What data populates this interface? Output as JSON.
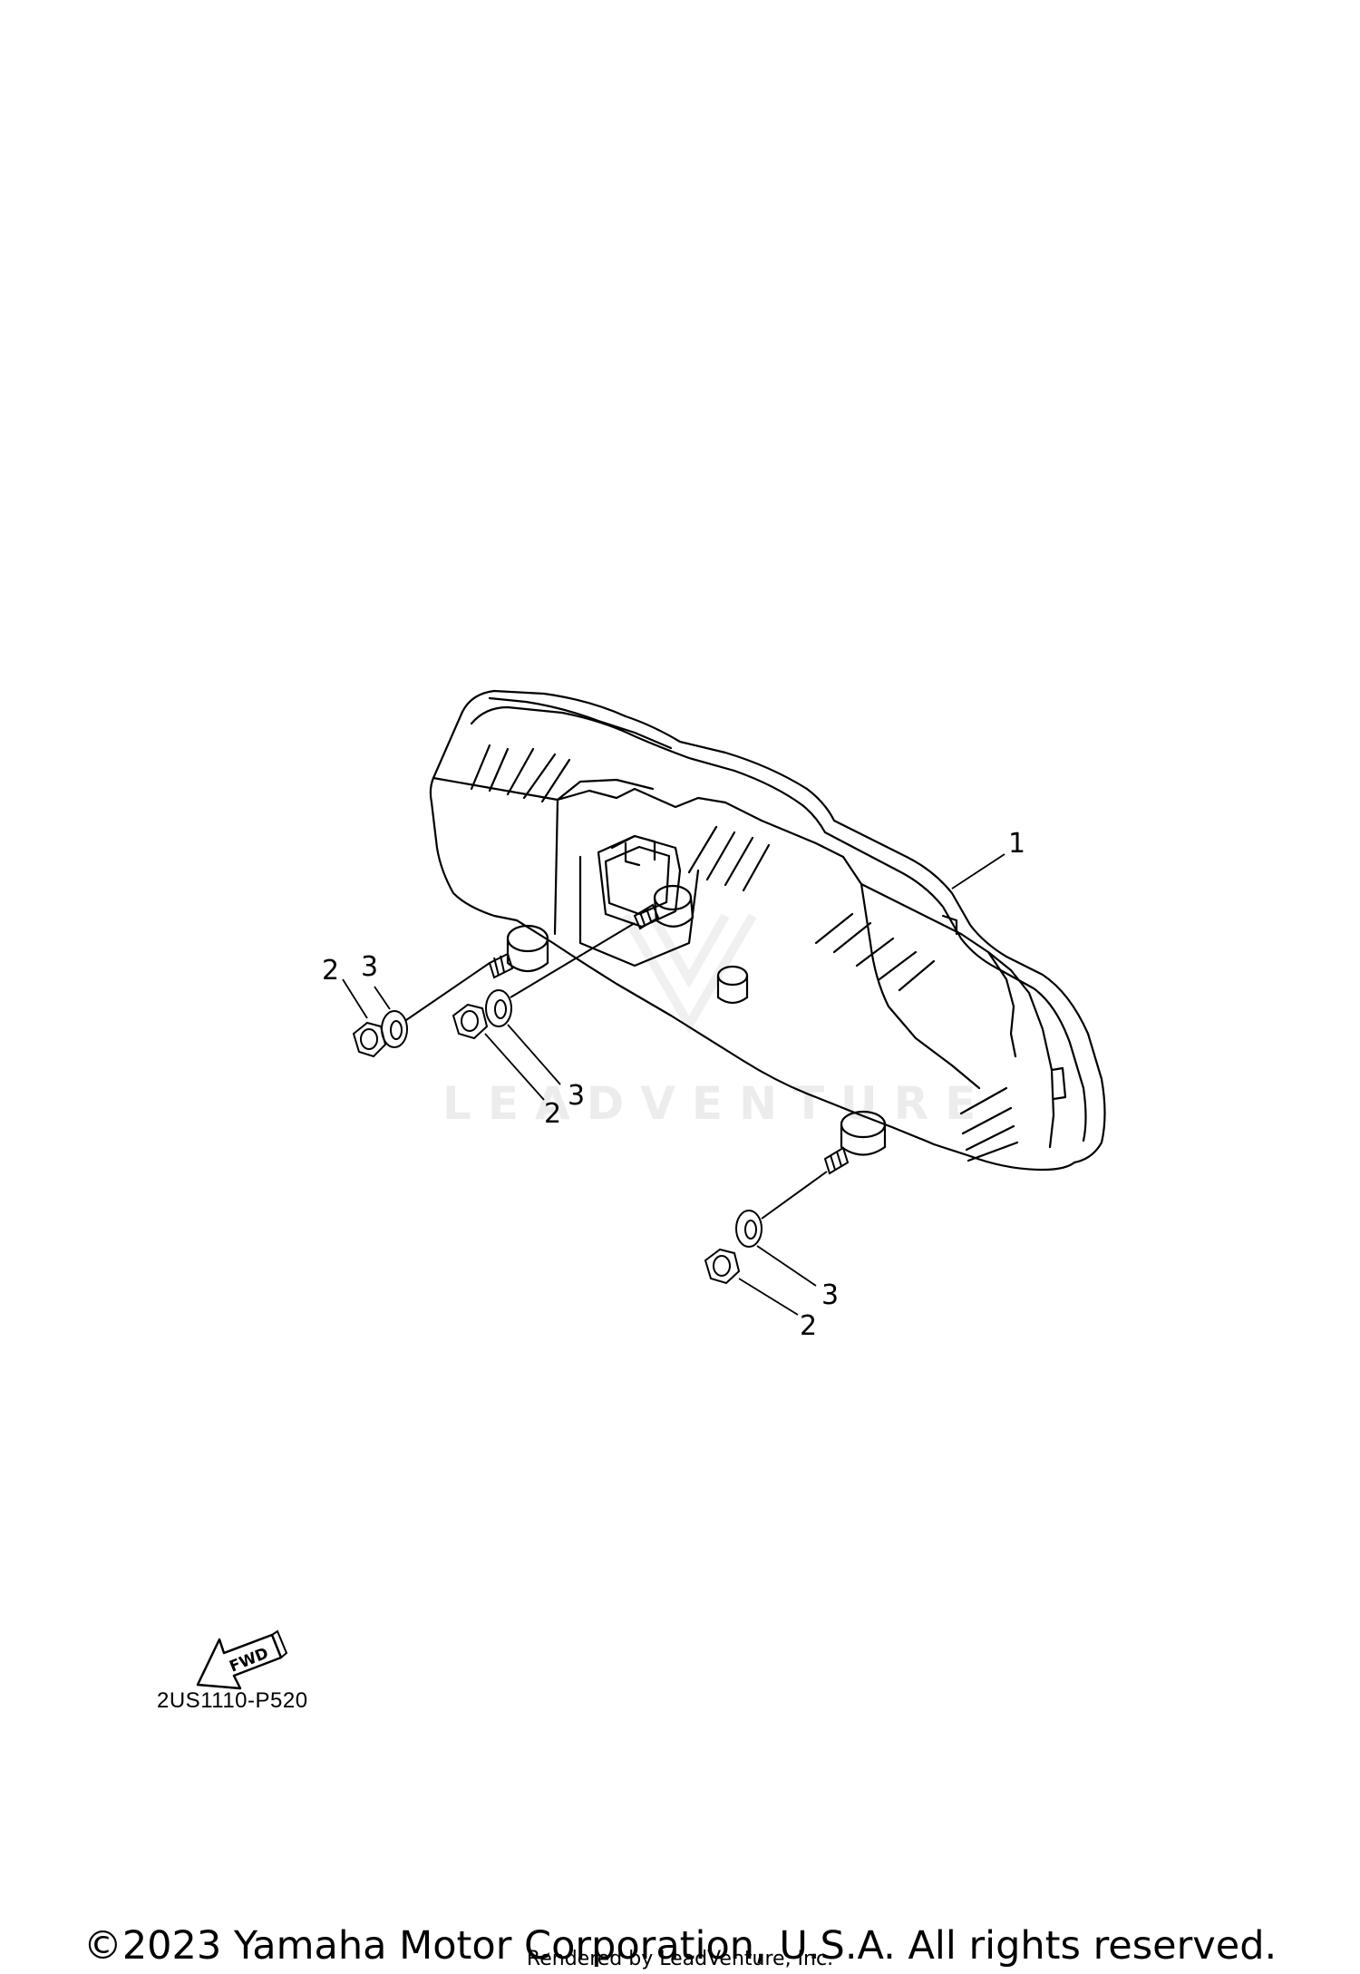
{
  "diagram": {
    "callouts": {
      "part_1": "1",
      "left_nut": "2",
      "left_washer": "3",
      "middle_nut": "2",
      "middle_washer": "3",
      "bottom_nut": "2",
      "bottom_washer": "3"
    },
    "fwd_arrow_label": "FWD",
    "part_code": "2US1110-P520",
    "watermark": "LEADVENTURE"
  },
  "footer": {
    "copyright": "©2023 Yamaha Motor Corporation, U.S.A. All rights reserved.",
    "rendered_by": "Rendered by LeadVenture, Inc."
  }
}
